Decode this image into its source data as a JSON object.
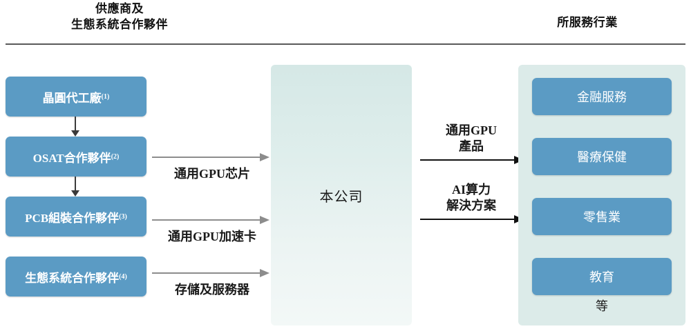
{
  "headers": {
    "supplier": {
      "line1": "供應商及",
      "line2": "生態系統合作夥伴"
    },
    "industry": "所服務行業"
  },
  "suppliers": [
    {
      "label": "晶圓代工廠",
      "footnote": "(1)"
    },
    {
      "label": "OSAT合作夥伴",
      "footnote": "(2)"
    },
    {
      "label": "PCB組裝合作夥伴",
      "footnote": "(3)"
    },
    {
      "label": "生態系統合作夥伴",
      "footnote": "(4)"
    }
  ],
  "supplier_flows": [
    {
      "label": "通用GPU芯片"
    },
    {
      "label": "通用GPU加速卡"
    },
    {
      "label": "存儲及服務器"
    }
  ],
  "company": {
    "label": "本公司"
  },
  "output_flows": [
    {
      "line1": "通用GPU",
      "line2": "產品"
    },
    {
      "line1": "AI算力",
      "line2": "解決方案"
    }
  ],
  "industries": [
    {
      "label": "金融服務"
    },
    {
      "label": "醫療保健"
    },
    {
      "label": "零售業"
    },
    {
      "label": "教育"
    }
  ],
  "industries_footnote": "等",
  "colors": {
    "box_blue": "#5b9bc4",
    "panel_teal": "#dcebe9",
    "center_gradient_top": "#d5e8e6",
    "center_gradient_bottom": "#f3f8f7",
    "rule_gray": "#595959",
    "arrow_gray": "#8c8c8c",
    "arrow_black": "#111111"
  }
}
